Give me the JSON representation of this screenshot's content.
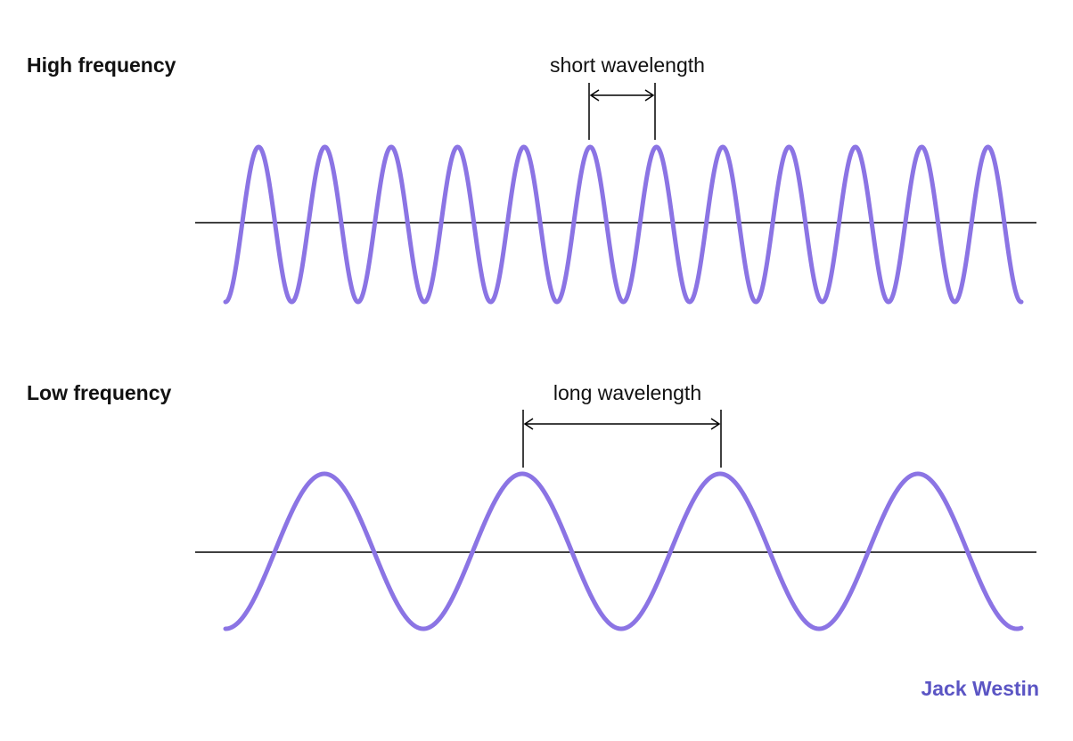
{
  "panels": {
    "high": {
      "title": "High frequency",
      "wavelength_label": "short wavelength"
    },
    "low": {
      "title": "Low frequency",
      "wavelength_label": "long wavelength"
    }
  },
  "brand": {
    "text": "Jack Westin",
    "color": "#5b55c4"
  },
  "colors": {
    "wave": "#8b74e4",
    "axis": "#000000"
  }
}
